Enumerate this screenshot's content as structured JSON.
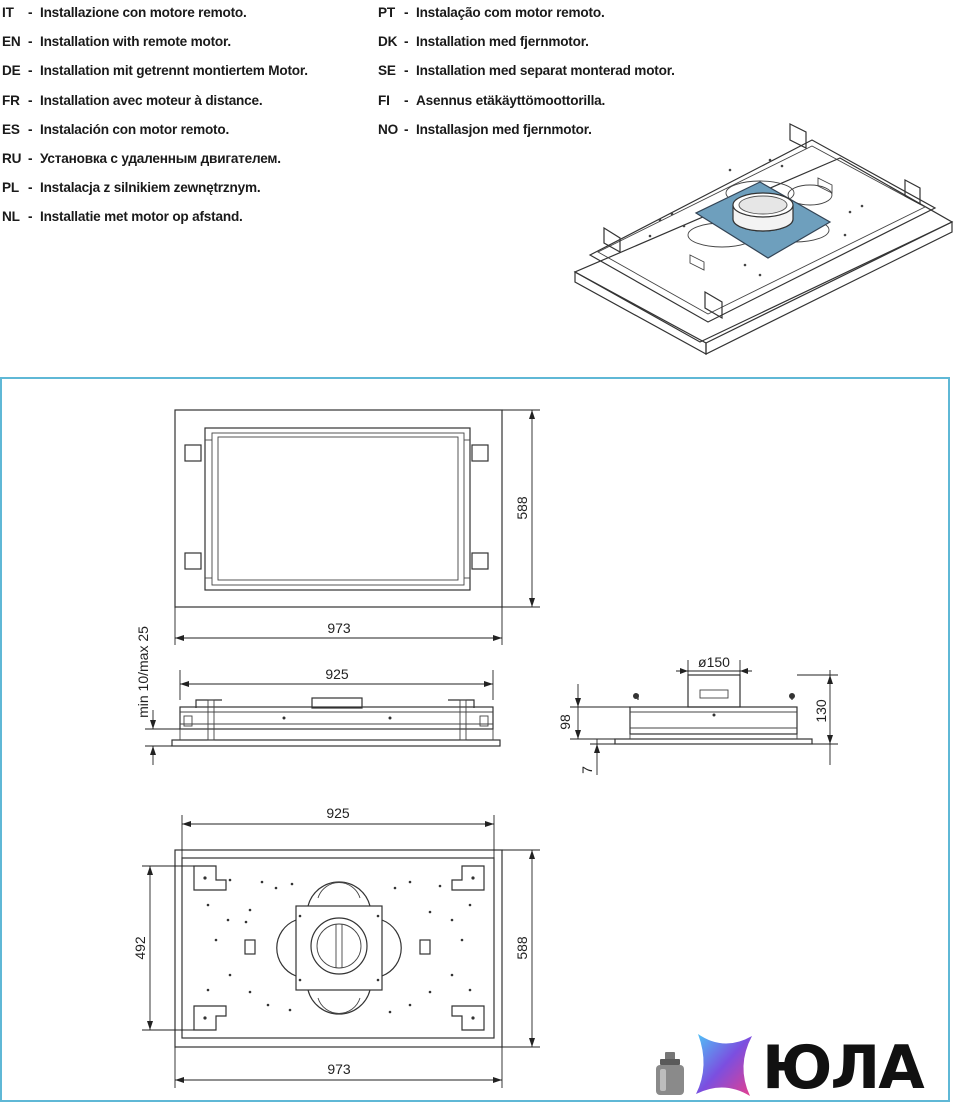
{
  "instructions": {
    "left": [
      {
        "code": "IT",
        "text": "Installazione con motore remoto."
      },
      {
        "code": "EN",
        "text": "Installation with remote motor."
      },
      {
        "code": "DE",
        "text": "Installation mit getrennt montiertem Motor."
      },
      {
        "code": "FR",
        "text": "Installation avec moteur à distance."
      },
      {
        "code": "ES",
        "text": "Instalación con motor remoto."
      },
      {
        "code": "RU",
        "text": "Установка с удаленным двигателем."
      },
      {
        "code": "PL",
        "text": "Instalacja z silnikiem zewnętrznym."
      },
      {
        "code": "NL",
        "text": "Installatie met motor op afstand."
      }
    ],
    "right": [
      {
        "code": "PT",
        "text": "Instalação com motor remoto."
      },
      {
        "code": "DK",
        "text": "Installation med fjernmotor."
      },
      {
        "code": "SE",
        "text": "Installation med separat monterad motor."
      },
      {
        "code": "FI",
        "text": "Asennus etäkäyttömoottorilla."
      },
      {
        "code": "NO",
        "text": "Installasjon med fjernmotor."
      }
    ],
    "separator": "-"
  },
  "dimensions": {
    "top_view_width": "973",
    "top_view_depth": "588",
    "cut_range": "min 10/max 25",
    "side_width": "925",
    "duct_diameter": "ø150",
    "front_height_body": "98",
    "front_height_total": "130",
    "front_flange": "7",
    "bottom_inner_width": "925",
    "bottom_inner_depth": "492",
    "bottom_depth": "588",
    "bottom_width": "973"
  },
  "brand": {
    "name": "ЮЛА",
    "colors": {
      "pink": "#e83e8c",
      "cyan": "#4fc3f7",
      "purple": "#7b4fe0",
      "panel_border": "#5fb8d6",
      "steel_blue": "#6e9fbd"
    }
  }
}
